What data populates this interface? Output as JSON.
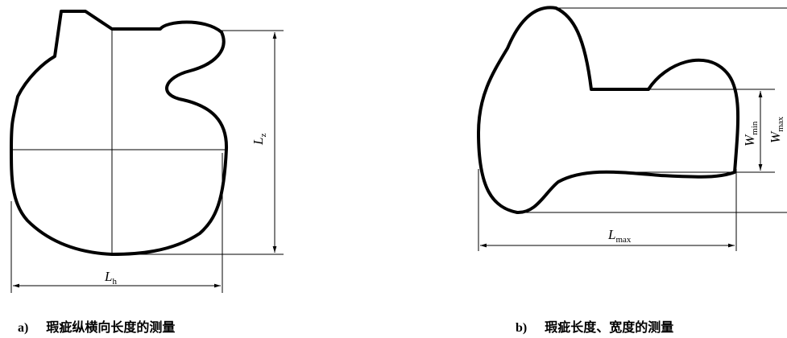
{
  "diagram_a": {
    "dim_vertical": {
      "main": "L",
      "sub": "z"
    },
    "dim_horizontal": {
      "main": "L",
      "sub": "h"
    },
    "caption_letter": "a)",
    "caption_text": "瑕疵纵横向长度的测量"
  },
  "diagram_b": {
    "dim_min_width": {
      "main": "W",
      "sub": "min"
    },
    "dim_max_width": {
      "main": "W",
      "sub": "max"
    },
    "dim_max_length": {
      "main": "L",
      "sub": "max"
    },
    "caption_letter": "b)",
    "caption_text": "瑕疵长度、宽度的测量"
  }
}
